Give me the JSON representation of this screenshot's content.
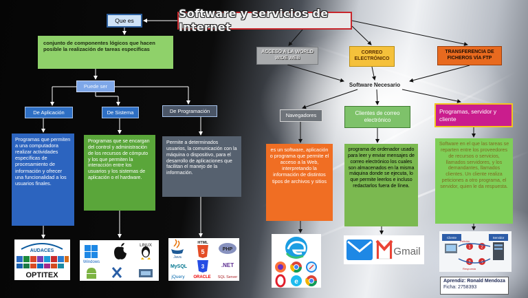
{
  "title": "Software y servicios de Internet",
  "que_es": "Que es",
  "definition": "conjunto de componentes lógicos que hacen posible la realización de tareas específicas",
  "puede_ser": "Puede ser",
  "categories": [
    {
      "label": "De Aplicación",
      "desc": "Programas que permiten a una computadora realizar actividades específicas de procesamiento de información y ofrecer una funcionalidad a los usuarios finales."
    },
    {
      "label": "De Sistema",
      "desc": "Programas que se encargan del control y administración de los recursos de cómputo y los que permiten la interacción entre los usuarios y los sistemas de aplicación o el hardware."
    },
    {
      "label": "De Programación",
      "desc": "Permite a determinados usuarios, la comunicación con la máquina o dispositivo, para el desarrollo de aplicaciones que facilitan el manejo de la información."
    }
  ],
  "services": [
    {
      "label": "ACCESO A LA WORLD WIDE WEB"
    },
    {
      "label": "CORREO ELECTRÓNICO"
    },
    {
      "label": "TRANSFERENCIA DE FICHEROS VÍA FTP"
    }
  ],
  "software_necesario": "Software Necesario",
  "branches": [
    {
      "label": "Navegadores",
      "desc": "es un software, aplicación o programa que permite el acceso a la Web, interpretando la información de distintos tipos de archivos y sitios"
    },
    {
      "label": "Clientes de correo electrónico",
      "desc": "programa de ordenador usado para leer y enviar mensajes de correo electrónico los cuales son almacenados en la misma máquina donde se ejecuta, lo que permite leerlos e incluso redactarlos fuera de línea."
    },
    {
      "label": "Programas, servidor y cliente",
      "desc": "Software en el que las tareas se reparten entre los proveedores de recursos o servicios, llamados servidores, y los demandantes, llamados clientes. Un cliente realiza peticiones a otro programa, el servidor, quien le da respuesta."
    }
  ],
  "logos": {
    "audaces": "AUDACES",
    "optitex": "OPTITEX",
    "windows": "Windows",
    "linux": "LINUX",
    "java": "Java",
    "html": "HTML",
    "php": "PHP",
    "mysql": "MySQL",
    "net": ".NET",
    "jquery": "jQuery",
    "oracle": "ORACLE",
    "sqlserver": "SQL Server",
    "gmail": "Gmail",
    "diagram_cliente": "Cliente",
    "diagram_servidor": "Servidor",
    "diagram_respuesta": "Respuesta",
    "diagram_peticion": "Petición"
  },
  "signature": {
    "line1": "Aprendiz: Ronald Mendoza",
    "line2": "Ficha: 2758393"
  }
}
